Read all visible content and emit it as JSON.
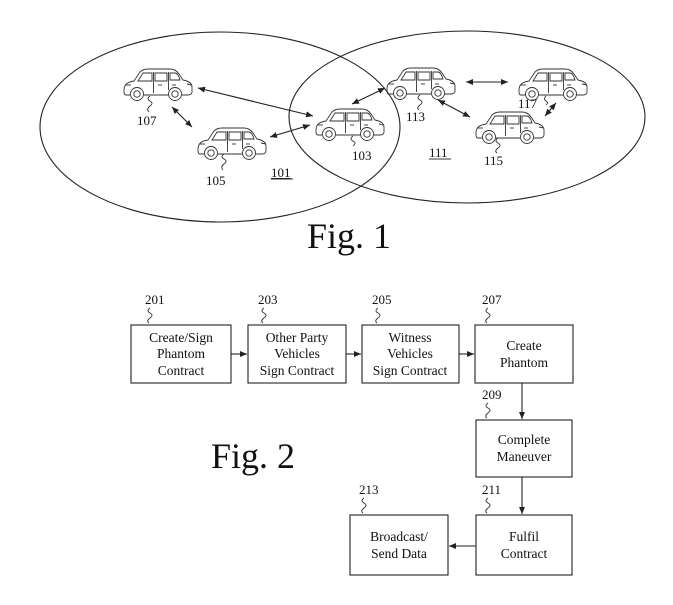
{
  "figure1": {
    "caption": "Fig. 1",
    "zone_labels": {
      "left": "101",
      "right": "111"
    },
    "vehicles": [
      {
        "id": "107"
      },
      {
        "id": "105"
      },
      {
        "id": "103"
      },
      {
        "id": "113"
      },
      {
        "id": "115"
      },
      {
        "id": "117"
      }
    ]
  },
  "figure2": {
    "caption": "Fig. 2",
    "steps": [
      {
        "ref": "201",
        "lines": [
          "Create/Sign",
          "Phantom",
          "Contract"
        ]
      },
      {
        "ref": "203",
        "lines": [
          "Other Party",
          "Vehicles",
          "Sign Contract"
        ]
      },
      {
        "ref": "205",
        "lines": [
          "Witness",
          "Vehicles",
          "Sign Contract"
        ]
      },
      {
        "ref": "207",
        "lines": [
          "Create",
          "Phantom"
        ]
      },
      {
        "ref": "209",
        "lines": [
          "Complete",
          "Maneuver"
        ]
      },
      {
        "ref": "211",
        "lines": [
          "Fulfil",
          "Contract"
        ]
      },
      {
        "ref": "213",
        "lines": [
          "Broadcast/",
          "Send Data"
        ]
      }
    ]
  }
}
